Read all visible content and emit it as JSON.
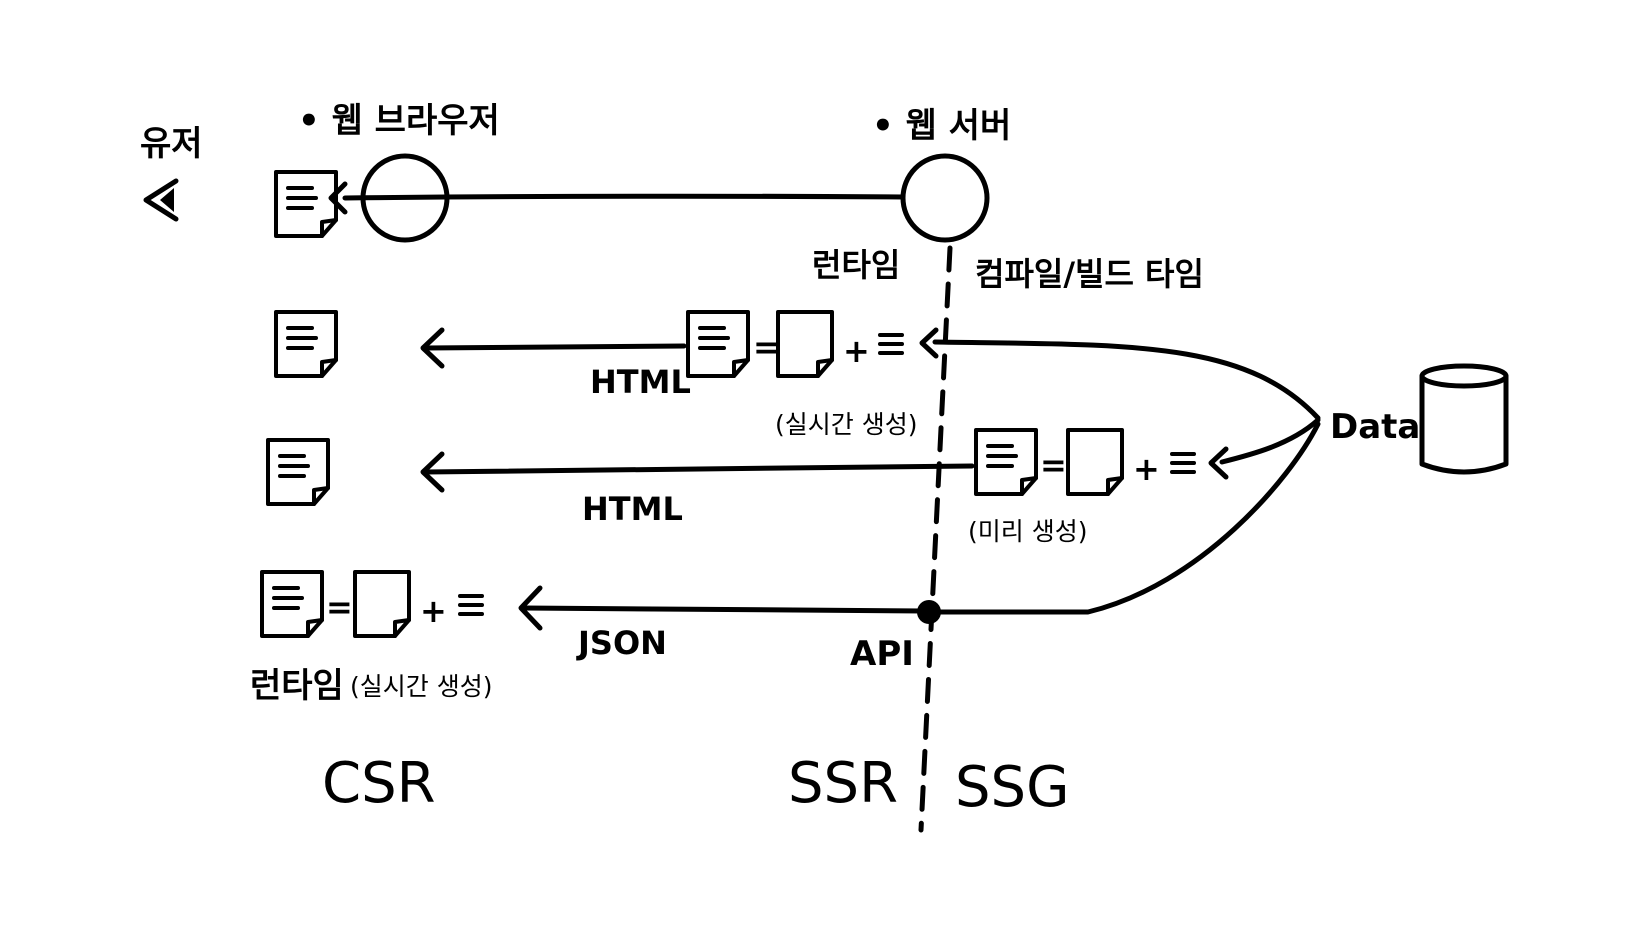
{
  "labels": {
    "user": "유저",
    "browser": "• 웹 브라우저",
    "server": "• 웹 서버",
    "runtime": "런타임",
    "compile_build_time": "컴파일/빌드 타임",
    "html_ssr": "HTML",
    "html_ssg": "HTML",
    "json": "JSON",
    "api": "API",
    "data": "Data",
    "realtime_gen_ssr": "(실시간 생성)",
    "pre_gen": "(미리 생성)",
    "runtime_csr": "런타임",
    "realtime_gen_csr": "(실시간 생성)",
    "csr": "CSR",
    "ssr": "SSR",
    "ssg": "SSG",
    "equals": "=",
    "plus": "+"
  }
}
